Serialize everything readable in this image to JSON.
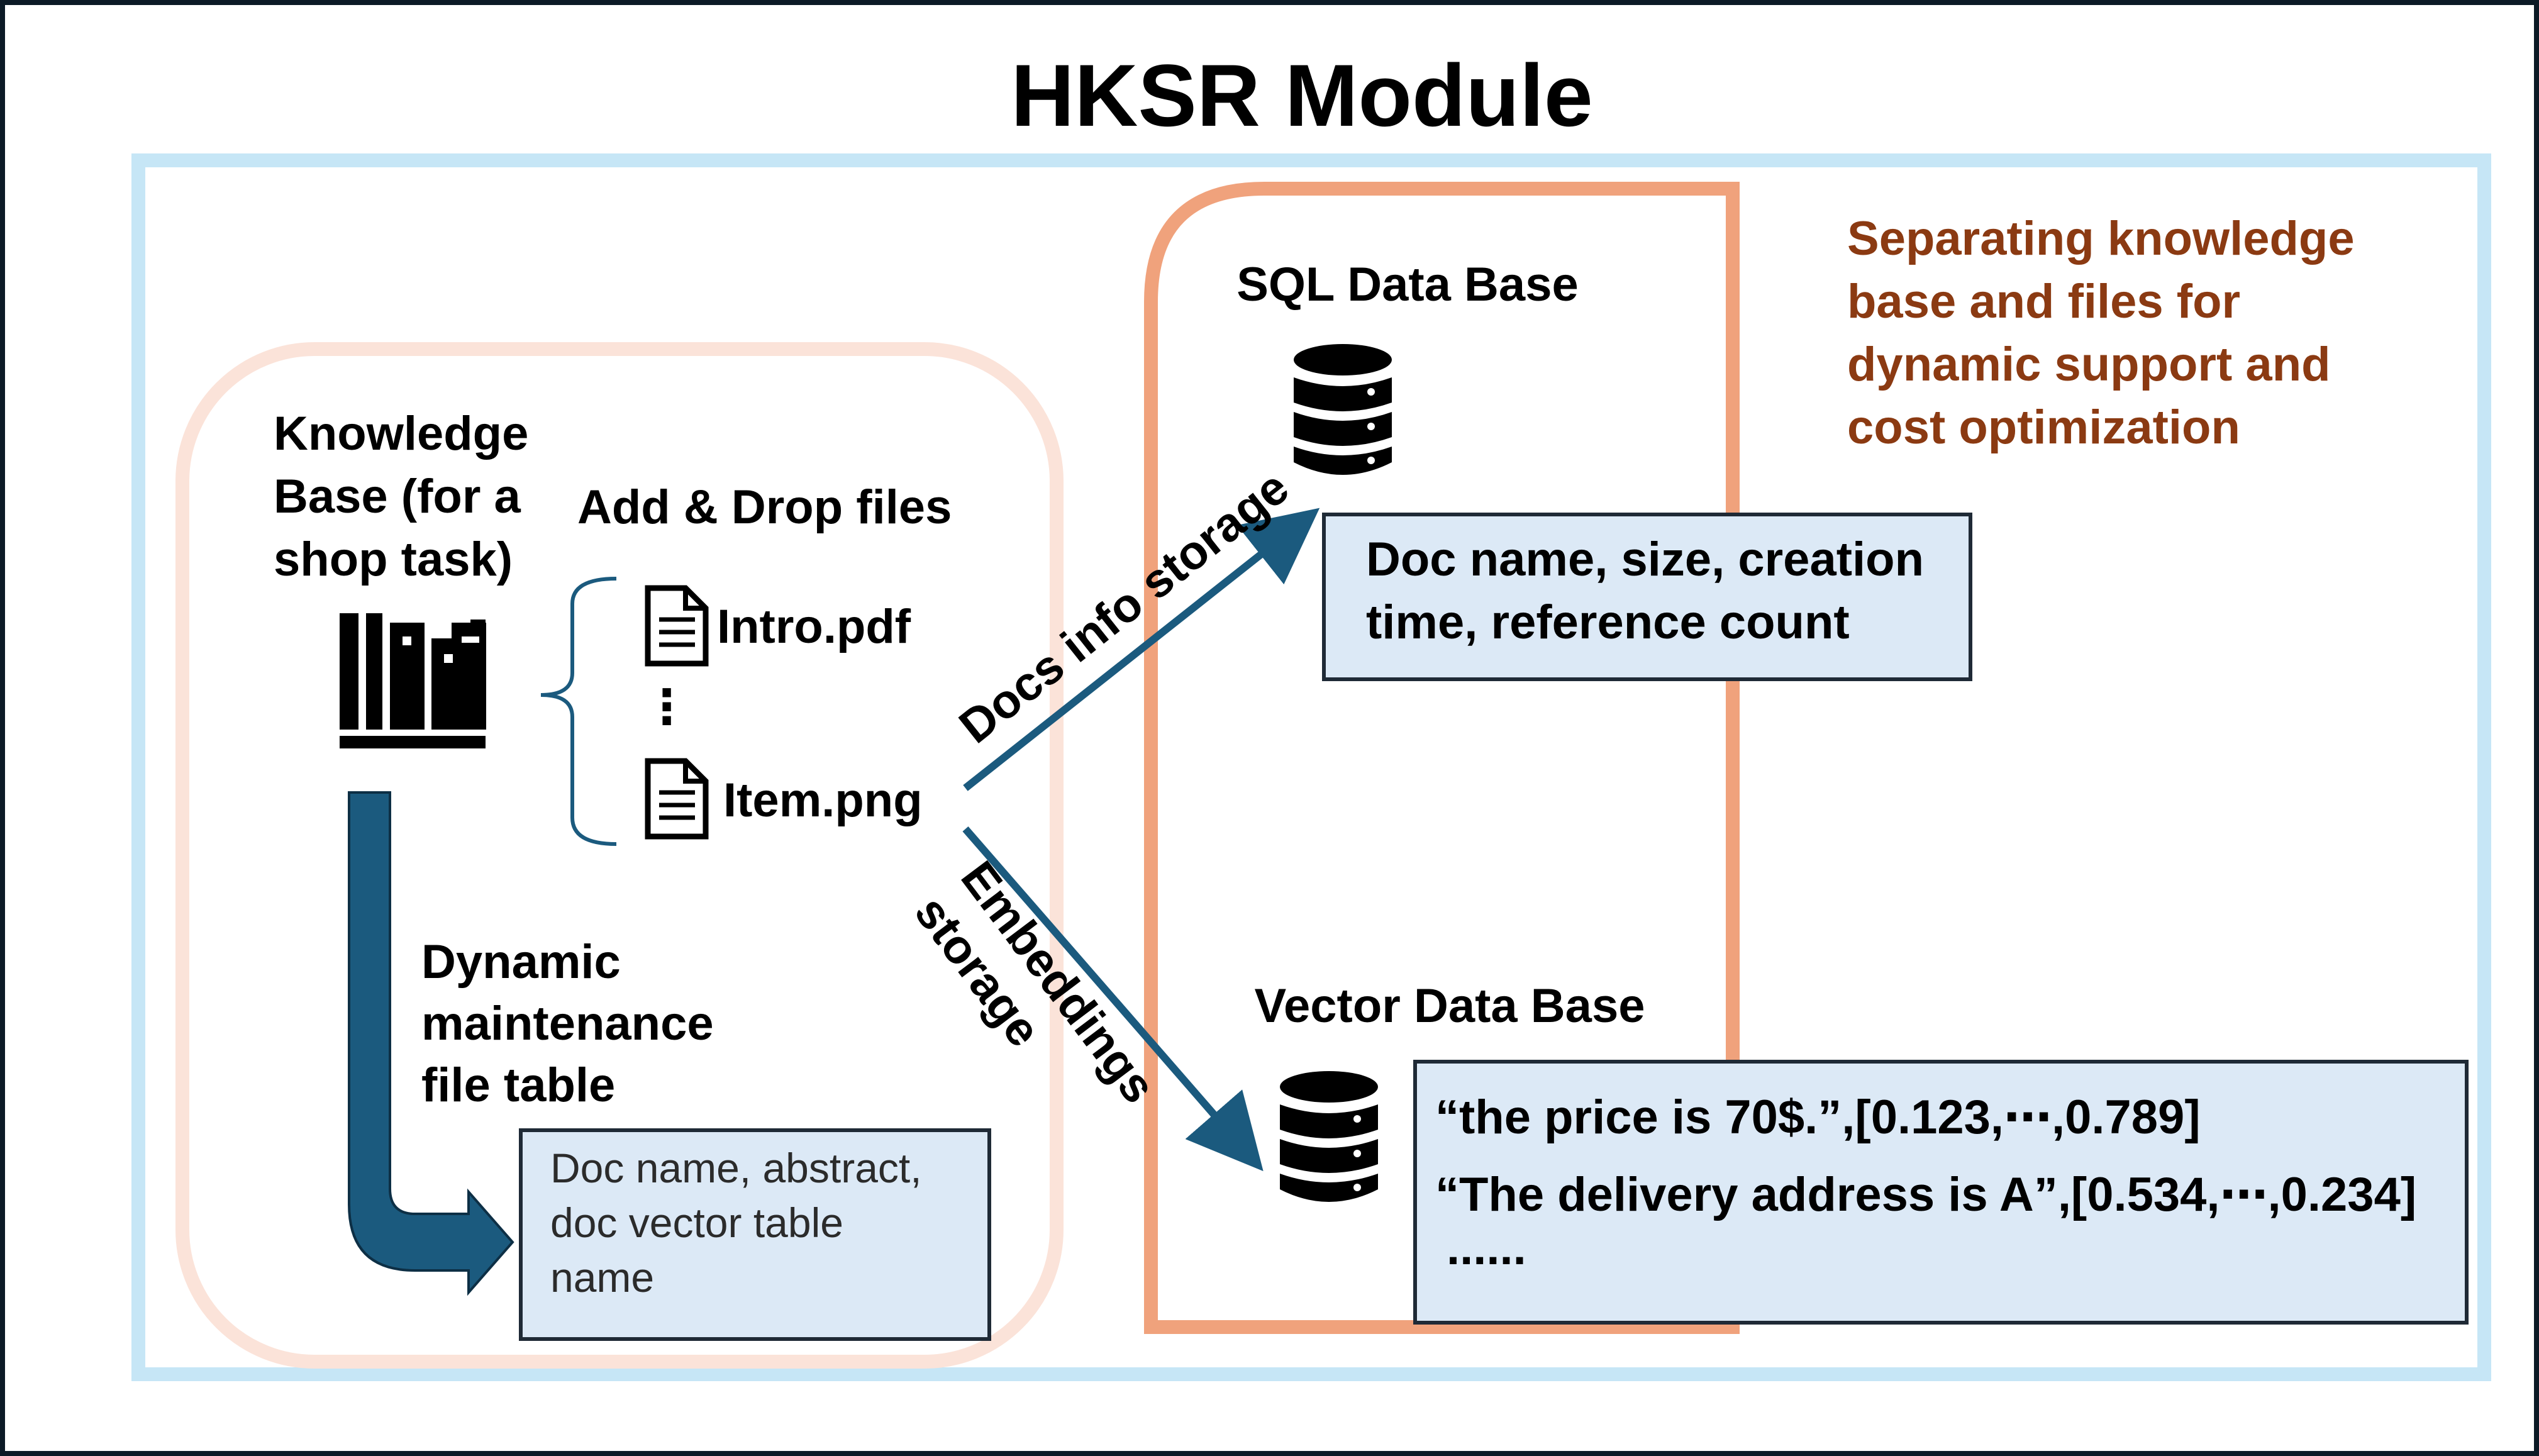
{
  "title": "HKSR Module",
  "knowledge_base": {
    "label_lines": [
      "Knowledge",
      "Base (for a",
      "shop task)"
    ],
    "icon": "books-icon"
  },
  "add_drop": {
    "label": "Add & Drop files",
    "files": [
      {
        "name": "Intro.pdf",
        "icon": "document-icon"
      },
      {
        "name": "Item.png",
        "icon": "document-icon"
      }
    ],
    "ellipsis": "⋮"
  },
  "dynamic_table": {
    "label_lines": [
      "Dynamic",
      "maintenance",
      "file table"
    ],
    "box_lines": [
      "Doc name, abstract,",
      "doc vector table",
      "name"
    ]
  },
  "arrows": {
    "docs_info": "Docs info storage",
    "embeddings_lines": [
      "Embeddings",
      "storage"
    ]
  },
  "sql_db": {
    "label": "SQL Data Base",
    "icon": "database-icon",
    "box_lines": [
      "Doc name, size, creation",
      "time, reference count"
    ]
  },
  "vector_db": {
    "label": "Vector Data Base",
    "icon": "database-icon",
    "box_lines": [
      "“the price is 70$.”,[0.123,⋯,0.789]",
      "“The delivery address is A”,[0.534,⋯,0.234]",
      "......"
    ]
  },
  "note": {
    "lines": [
      "Separating knowledge",
      "base and files for",
      "dynamic support and",
      "cost optimization"
    ],
    "color": "#8B3A12"
  },
  "colors": {
    "outer_border": "#c6e6f6",
    "kb_border": "#fbe3d9",
    "db_border": "#f0a27c",
    "box_fill": "#dce9f6",
    "box_border": "#1f2a36",
    "arrow": "#1b5a7e",
    "frame": "#0c1a26"
  }
}
